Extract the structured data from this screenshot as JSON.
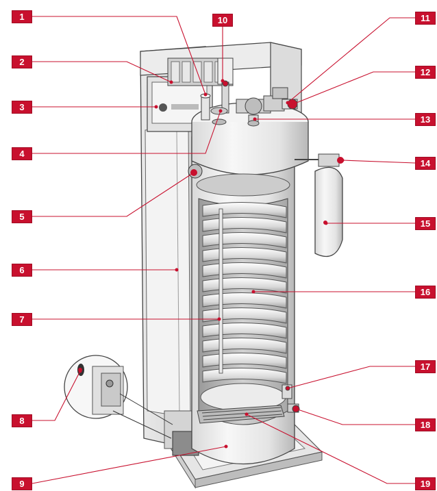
{
  "diagram": {
    "accent_color": "#c8102e",
    "labels": [
      {
        "id": "1",
        "text": "1"
      },
      {
        "id": "2",
        "text": "2"
      },
      {
        "id": "3",
        "text": "3"
      },
      {
        "id": "4",
        "text": "4"
      },
      {
        "id": "5",
        "text": "5"
      },
      {
        "id": "6",
        "text": "6"
      },
      {
        "id": "7",
        "text": "7"
      },
      {
        "id": "8",
        "text": "8"
      },
      {
        "id": "9",
        "text": "9"
      },
      {
        "id": "10",
        "text": "10"
      },
      {
        "id": "11",
        "text": "11"
      },
      {
        "id": "12",
        "text": "12"
      },
      {
        "id": "13",
        "text": "13"
      },
      {
        "id": "14",
        "text": "14"
      },
      {
        "id": "15",
        "text": "15"
      },
      {
        "id": "16",
        "text": "16"
      },
      {
        "id": "17",
        "text": "17"
      },
      {
        "id": "18",
        "text": "18"
      },
      {
        "id": "19",
        "text": "19"
      }
    ]
  }
}
